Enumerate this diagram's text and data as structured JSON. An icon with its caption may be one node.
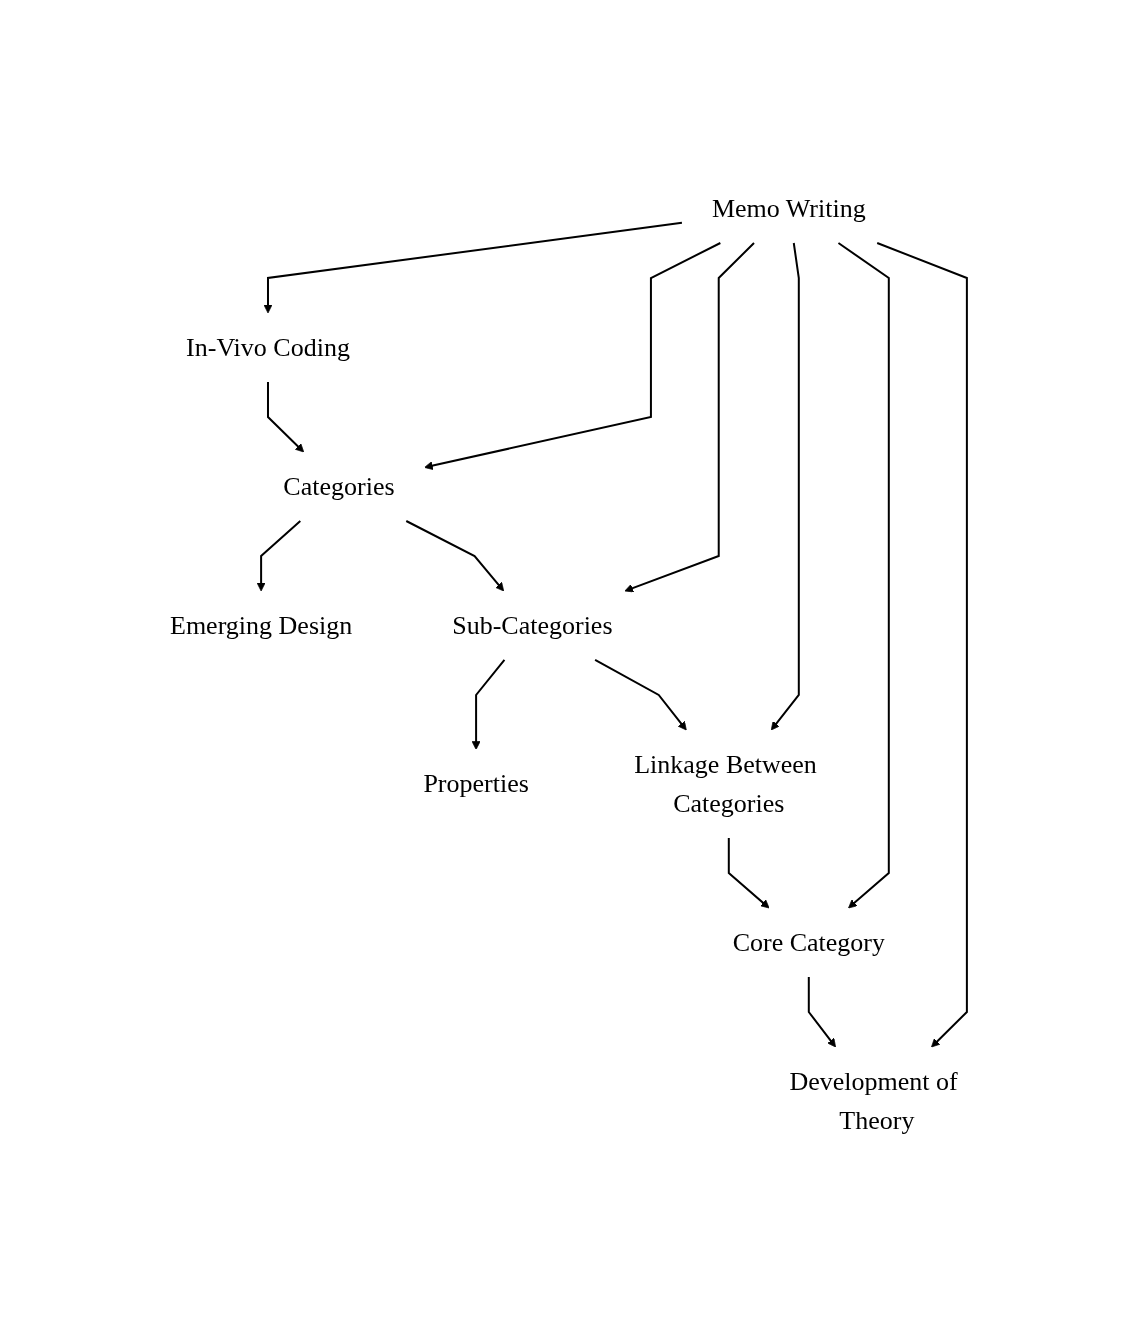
{
  "diagram": {
    "nodes": [
      {
        "text": [
          "In-Vivo Coding"
        ]
      },
      {
        "text": [
          "Categories"
        ]
      },
      {
        "text": [
          "Emerging Design"
        ]
      },
      {
        "text": [
          "Sub-Categories"
        ]
      },
      {
        "text": [
          "Properties"
        ]
      },
      {
        "text": [
          "Memo Writing"
        ]
      },
      {
        "text": [
          "Linkage Between Categories"
        ]
      },
      {
        "text": [
          "Core Category"
        ]
      },
      {
        "text": [
          "Development of Theory"
        ]
      }
    ],
    "edges": [
      {
        "from": 0,
        "to": 1,
        "arrow": "to"
      },
      {
        "from": 1,
        "to": 2,
        "arrow": "to"
      },
      {
        "from": 1,
        "to": 3,
        "arrow": "to"
      },
      {
        "from": 3,
        "to": 4,
        "arrow": "to"
      },
      {
        "from": 3,
        "to": 6,
        "arrow": "to"
      },
      {
        "from": 6,
        "to": 7,
        "arrow": "to"
      },
      {
        "from": 7,
        "to": 8,
        "arrow": "to"
      },
      {
        "from": 5,
        "to": 0,
        "arrow": "to"
      },
      {
        "from": 5,
        "to": 1,
        "arrow": "to"
      },
      {
        "from": 5,
        "to": 3,
        "arrow": "to"
      },
      {
        "from": 5,
        "to": 6,
        "arrow": "to"
      },
      {
        "from": 5,
        "to": 7,
        "arrow": "to"
      },
      {
        "from": 5,
        "to": 8,
        "arrow": "to"
      }
    ]
  }
}
